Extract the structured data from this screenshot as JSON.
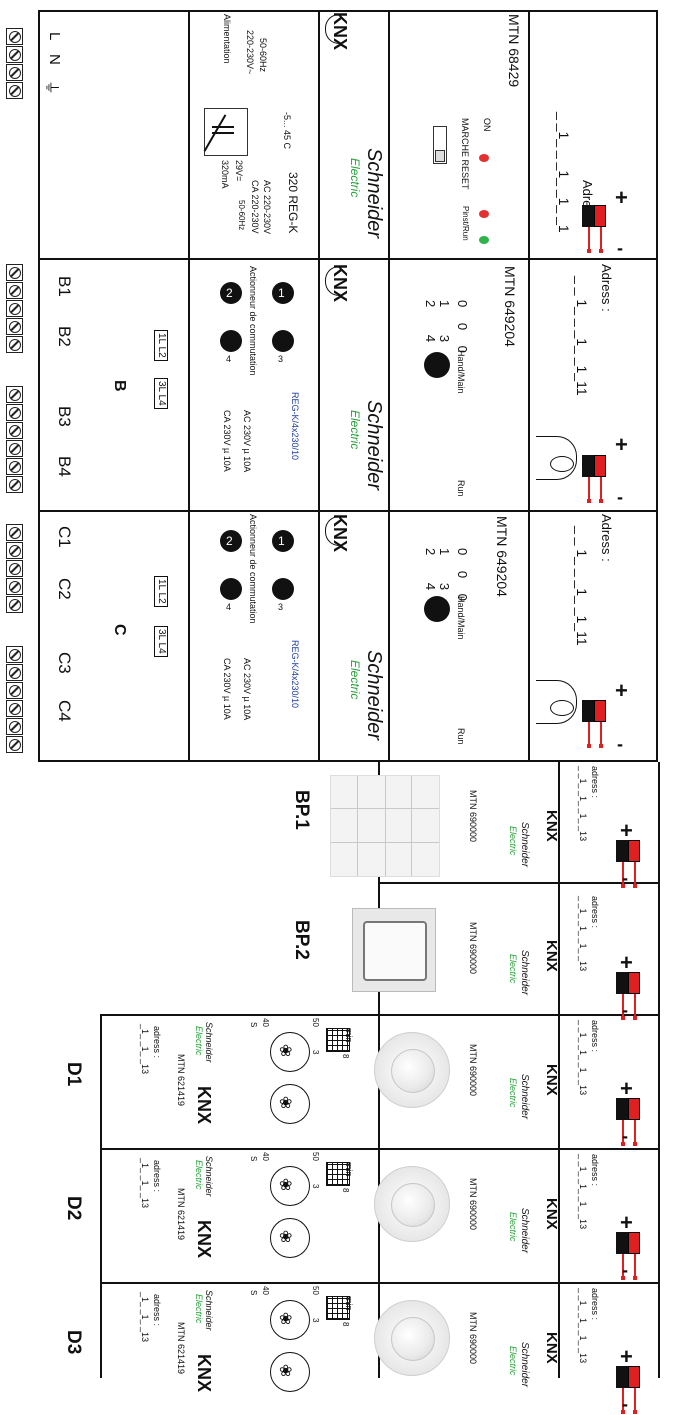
{
  "colors": {
    "bus_red": "#e02020",
    "led_red": "#e53030",
    "led_green": "#2fb34a",
    "brand_green": "#27a23a"
  },
  "supply": {
    "reference": "MTN 68429",
    "address_label": "Adress :",
    "address_value": "_ _1_ _ _1_ _1_ _1",
    "product": "320 REG-K",
    "spec_lines": [
      "AC 220-230V",
      "CA 220-230V",
      "50-60Hz"
    ],
    "left_specs": [
      "50-60Hz",
      "220-230V~",
      "Alimentation"
    ],
    "temp": "-5... 45 C",
    "output": [
      "29V=",
      "320mA"
    ],
    "led_on": "ON",
    "btn_labels": "MARCHE RESET",
    "led_right": "Pinst/Run",
    "brand": "Schneider",
    "brand2": "Electric",
    "knx": "KNX",
    "terminals": [
      "L",
      "N",
      "⏚"
    ]
  },
  "actuator_b": {
    "reference": "MTN 649204",
    "address_label": "Adress :",
    "address_value": "_ _ 1_ _ _1_ _1_11",
    "product": "REG-K/4x230/10",
    "desc": "Actionneur de commutation",
    "rating1": "AC 230V µ 10A",
    "rating2": "CA 230V µ 10A",
    "hand": "Hand/Main",
    "run": "Run",
    "grid": [
      "0 0 0",
      "1 3",
      "2 4"
    ],
    "chan_nums": [
      "1",
      "3",
      "2",
      "4"
    ],
    "group": "B",
    "labels": [
      "1L L2",
      "3L L4"
    ],
    "outputs": [
      "B1",
      "B2",
      "B3",
      "B4"
    ],
    "brand": "Schneider",
    "brand2": "Electric",
    "knx": "KNX"
  },
  "actuator_c": {
    "reference": "MTN 649204",
    "address_label": "Adress :",
    "address_value": "_ _ 1_ _ _1_ _1_11",
    "product": "REG-K/4x230/10",
    "desc": "Actionneur de commutation",
    "rating1": "AC 230V µ 10A",
    "rating2": "CA 230V µ 10A",
    "hand": "Hand/Main",
    "run": "Run",
    "grid": [
      "0 0 0",
      "1 3",
      "2 4"
    ],
    "chan_nums": [
      "1",
      "3",
      "2",
      "4"
    ],
    "group": "C",
    "labels": [
      "1L L2",
      "3L L4"
    ],
    "outputs": [
      "C1",
      "C2",
      "C3",
      "C4"
    ],
    "brand": "Schneider",
    "brand2": "Electric",
    "knx": "KNX"
  },
  "pushbuttons": [
    {
      "label": "BP.1",
      "address_label": "adress :",
      "address_value": "_ _1_ _1_ _1_ _13",
      "reference": "MTN 690000",
      "brand": "Schneider",
      "brand2": "Electric",
      "knx": "KNX"
    },
    {
      "label": "BP.2",
      "address_label": "adress :",
      "address_value": "_ _1_ _1_ _1_ _13",
      "reference": "MTN 690000",
      "brand": "Schneider",
      "brand2": "Electric",
      "knx": "KNX"
    }
  ],
  "detectors": [
    {
      "label": "D1",
      "address_label": "adress :",
      "address_value": "_ _1_ _1_ _1_ _13",
      "reference": "MTN 690000",
      "sensor_ref": "MTN 621419",
      "addr2_label": "adress :",
      "addr2_value": "_1_ _1_ _13",
      "min": "min",
      "knobs": [
        "50",
        "3",
        "8",
        "40",
        "S"
      ],
      "brand": "Schneider",
      "brand2": "Electric",
      "knx": "KNX"
    },
    {
      "label": "D2",
      "address_label": "adress :",
      "address_value": "_ _1_ _1_ _1_ _13",
      "reference": "MTN 690000",
      "sensor_ref": "MTN 621419",
      "addr2_label": "adress :",
      "addr2_value": "_1_ _1_ _13",
      "min": "min",
      "knobs": [
        "50",
        "3",
        "8",
        "40",
        "S"
      ],
      "brand": "Schneider",
      "brand2": "Electric",
      "knx": "KNX"
    },
    {
      "label": "D3",
      "address_label": "adress :",
      "address_value": "_ _1_ _1_ _1_ _13",
      "reference": "MTN 690000",
      "sensor_ref": "MTN 621419",
      "addr2_label": "adress :",
      "addr2_value": "_1_ _1_ _13",
      "min": "min",
      "knobs": [
        "50",
        "3",
        "8",
        "40",
        "S"
      ],
      "brand": "Schneider",
      "brand2": "Electric",
      "knx": "KNX"
    }
  ]
}
